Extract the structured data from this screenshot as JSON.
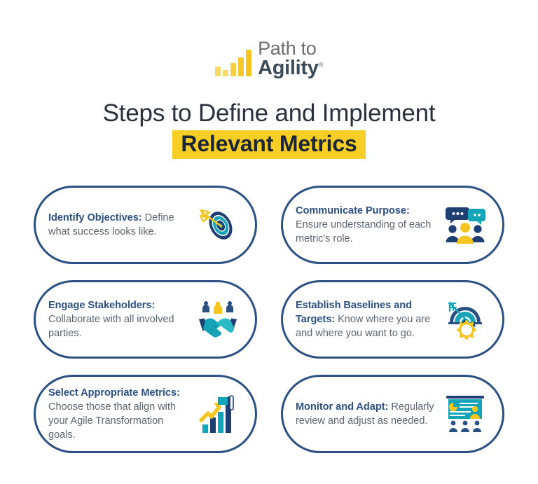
{
  "logo": {
    "name": "path-to-agility",
    "line1": "Path to",
    "line2": "Agility",
    "trademark": "®",
    "bars": [
      {
        "height": 14,
        "color": "#F6D96B"
      },
      {
        "height": 9,
        "color": "#F6D96B"
      },
      {
        "height": 19,
        "color": "#F7CE45"
      },
      {
        "height": 27,
        "color": "#F5C92E"
      },
      {
        "height": 38,
        "color": "#F4C61F"
      }
    ]
  },
  "headline": {
    "line1": "Steps to Define and Implement",
    "line2": "Relevant Metrics",
    "highlight_color": "#F7CE26"
  },
  "colors": {
    "navy": "#2B5082",
    "deep_navy": "#1F3F73",
    "teal": "#16A4B8",
    "yellow": "#F7CE26",
    "body_text": "#5b6672",
    "card_border": "#2B5082",
    "background": "#FFFFFF"
  },
  "cards": [
    {
      "id": "identify-objectives",
      "title": "Identify Objectives:",
      "body": "Define what success looks like.",
      "icon": "target-dartboard-icon"
    },
    {
      "id": "communicate-purpose",
      "title": "Communicate Purpose:",
      "body": "Ensure understanding of each metric's role.",
      "icon": "speech-bubbles-people-icon"
    },
    {
      "id": "engage-stakeholders",
      "title": "Engage Stakeholders:",
      "body": "Collaborate with all involved parties.",
      "icon": "handshake-people-icon"
    },
    {
      "id": "establish-baselines-and-targets",
      "title": "Establish Baselines and Targets:",
      "body": "Know where you are and where you want to go.",
      "icon": "gauge-arrow-gear-icon"
    },
    {
      "id": "select-appropriate-metrics",
      "title": "Select Appropriate Metrics:",
      "body": "Choose those that align with your Agile Transformation goals.",
      "icon": "growth-chart-flag-icon"
    },
    {
      "id": "monitor-and-adapt",
      "title": "Monitor and Adapt:",
      "body": "Regularly review and adjust as needed.",
      "icon": "presentation-audience-icon"
    }
  ]
}
